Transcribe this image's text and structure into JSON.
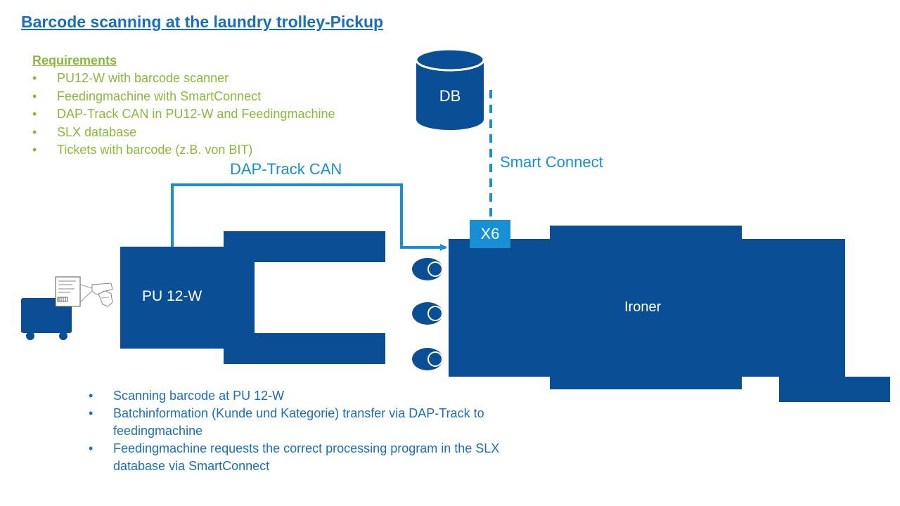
{
  "title": "Barcode scanning at the laundry trolley-Pickup",
  "requirements": {
    "heading": "Requirements",
    "items": [
      "PU12-W with barcode scanner",
      "Feedingmachine with SmartConnect",
      "DAP-Track CAN in PU12-W and Feedingmachine",
      "SLX database",
      "Tickets with barcode (z.B. von BIT)"
    ]
  },
  "diagram": {
    "db_label": "DB",
    "smart_connect_label": "Smart Connect",
    "dap_track_label": "DAP-Track CAN",
    "x6_label": "X6",
    "pu_label": "PU 12-W",
    "ironer_label": "Ironer"
  },
  "process_steps": [
    "Scanning barcode at PU 12-W",
    "Batchinformation (Kunde und Kategorie) transfer via DAP-Track to feedingmachine",
    "Feedingmachine requests the correct processing program in the SLX database via SmartConnect"
  ],
  "colors": {
    "machine_blue": "#0a4f96",
    "accent_blue": "#1a8fd0",
    "x6_blue": "#168fd4",
    "requirement_green": "#8cb83a",
    "text_blue": "#1a6fb8"
  },
  "icons": [
    "trolley-icon",
    "barcode-ticket-icon",
    "scanner-hand-icon",
    "roller-icon"
  ]
}
